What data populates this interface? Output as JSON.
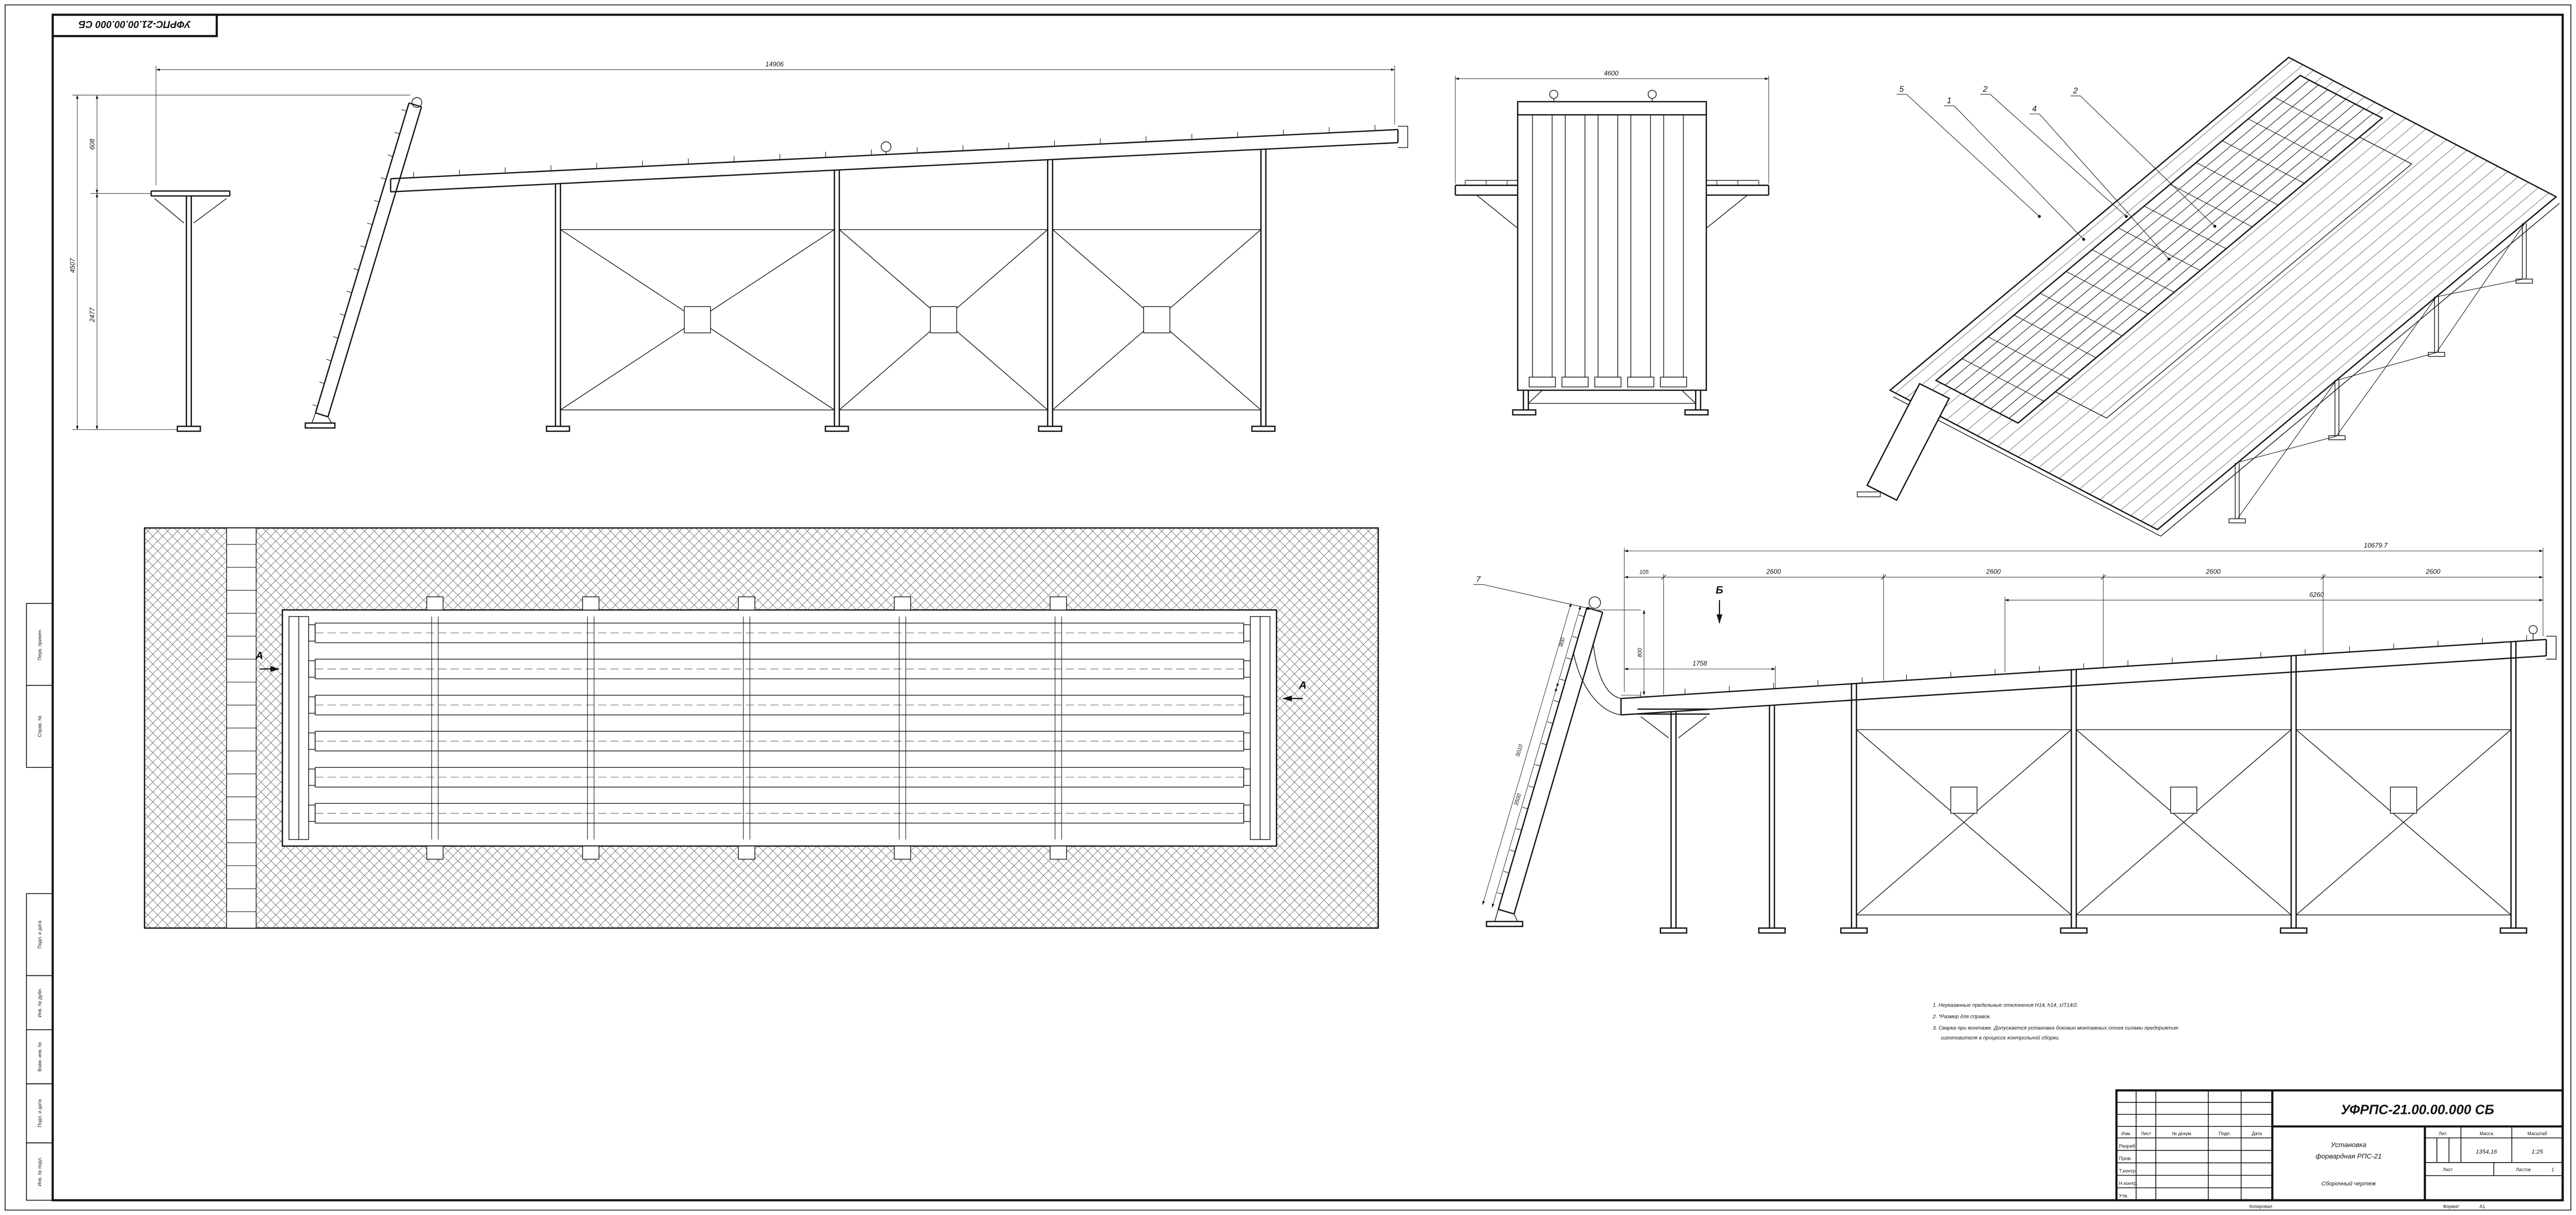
{
  "sheet": {
    "designation_top": "УФРПС-21.00.00.000 СБ",
    "copied": "Копировал",
    "format_label": "Формат",
    "format_value": "А1",
    "margin_columns": [
      "Перв. примен.",
      "Справ. №",
      "Подп. и дата",
      "Инв. № дубл.",
      "Взам. инв. №",
      "Подп. и дата",
      "Инв. № подл."
    ]
  },
  "views": {
    "side": {
      "dim_overall": "14906",
      "dim_height_total": "4507",
      "dim_height_mid": "2477",
      "dim_height_top": "608"
    },
    "front": {
      "dim_width": "4600"
    },
    "iso": {
      "callouts": [
        "5",
        "1",
        "2",
        "4",
        "2"
      ]
    },
    "plan": {
      "section_label": "А"
    },
    "detail": {
      "dim_overall": "10679.7",
      "chain": [
        "105",
        "2600",
        "2600",
        "2600",
        "2600"
      ],
      "dim_span": "6260",
      "dim_drop": "800",
      "dim_seg": "900",
      "dim_offset": "1758",
      "dim_incline": "5010",
      "dim_incline2": "3500",
      "callout": "7",
      "view_arrow": "Б"
    }
  },
  "notes": {
    "line1": "1. Неуказанные предельные отклонения Н14, h14, ±IT14/2.",
    "line2": "2. *Размер для справок.",
    "line3": "3. Сварка при монтаже. Допускается установка боковин монтажных стоек силами предприятия-",
    "line4": "изготовителя в процессе контрольной сборки."
  },
  "stamp": {
    "designation": "УФРПС-21.00.00.000 СБ",
    "name_line1": "Установка",
    "name_line2": "форвардная РПС-21",
    "doc_type": "Сборочный чертеж",
    "hdr": {
      "izm": "Изм.",
      "list": "Лист",
      "doc": "№ докум.",
      "sign": "Подп.",
      "date": "Дата"
    },
    "rows": [
      "Разраб.",
      "Пров.",
      "Т.контр.",
      "Н.контр.",
      "Утв."
    ],
    "lit_label": "Лит.",
    "mass_label": "Масса",
    "scale_label": "Масштаб",
    "mass": "1354,16",
    "scale": "1:25",
    "sheet_label": "Лист",
    "sheets_label": "Листов",
    "sheets_value": "1"
  }
}
